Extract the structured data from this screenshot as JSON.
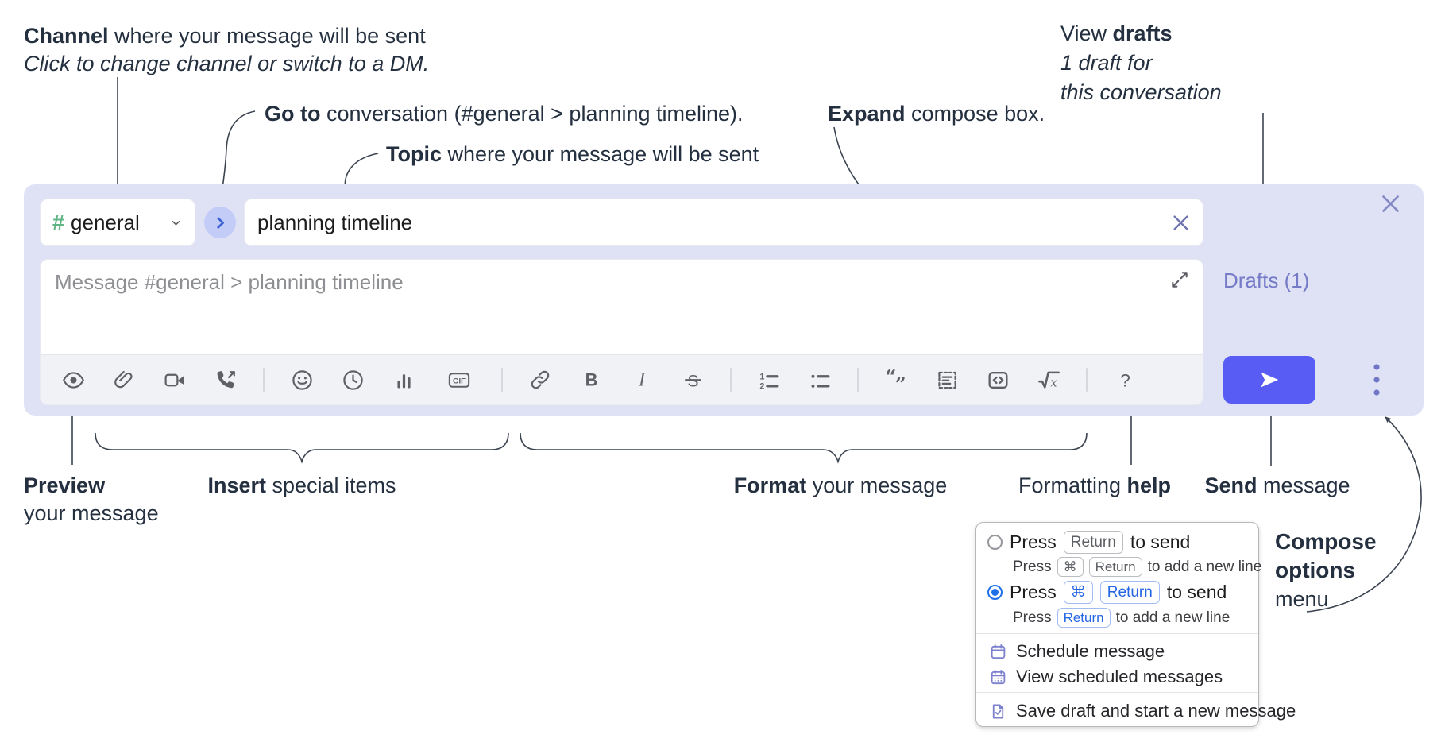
{
  "annotations": {
    "channel": {
      "bold": "Channel",
      "rest": " where your message will be sent",
      "sub": "Click to change channel or switch to a DM."
    },
    "goto": {
      "bold": "Go to",
      "rest": " conversation (#general > planning timeline)."
    },
    "topic": {
      "bold": "Topic",
      "rest": " where your message will be sent"
    },
    "drafts": {
      "pre": "View ",
      "bold": "drafts",
      "line2": "1 draft for",
      "line3": "this conversation"
    },
    "expand": {
      "bold": "Expand",
      "rest": " compose box."
    },
    "preview": {
      "bold": "Preview",
      "line2": "your message"
    },
    "insert": {
      "bold": "Insert",
      "rest": " special items"
    },
    "format": {
      "bold": "Format",
      "rest": " your message"
    },
    "help": {
      "pre": "Formatting ",
      "bold": "help"
    },
    "send": {
      "bold": "Send",
      "rest": " message"
    },
    "compose_options": {
      "line1": "Compose",
      "line2": "options",
      "line3": "menu"
    }
  },
  "composer": {
    "channel_hash": "#",
    "channel_name": "general",
    "topic_value": "planning timeline",
    "message_placeholder": "Message #general > planning timeline",
    "drafts_link": "Drafts (1)"
  },
  "toolbar": {
    "gif": "GIF",
    "bold": "B",
    "italic": "I",
    "strike": "S",
    "ol1": "1",
    "ol2": "2",
    "quote_open": "“",
    "quote_close": "”",
    "formula_x": "x",
    "help": "?"
  },
  "menu": {
    "opt1": {
      "press": "Press",
      "key": "Return",
      "suffix": "to send"
    },
    "opt1_sub": {
      "press": "Press",
      "key1": "⌘",
      "key2": "Return",
      "suffix": "to add a new line"
    },
    "opt2": {
      "press": "Press",
      "key1": "⌘",
      "key2": "Return",
      "suffix": "to send"
    },
    "opt2_sub": {
      "press": "Press",
      "key": "Return",
      "suffix": "to add a new line"
    },
    "schedule": "Schedule message",
    "view_scheduled": "View scheduled messages",
    "save_draft": "Save draft and start a new message"
  },
  "colors": {
    "panel_bg": "#dee2f4",
    "send_button": "#585cf4",
    "link_purple": "#757bc6",
    "hash_green": "#5fb584",
    "radio_blue": "#1e6fe8",
    "chip_blue": "#2566e4",
    "menu_icon_purple": "#7c80cd",
    "ink": "#24303f",
    "icon_gray": "#5e6066"
  }
}
